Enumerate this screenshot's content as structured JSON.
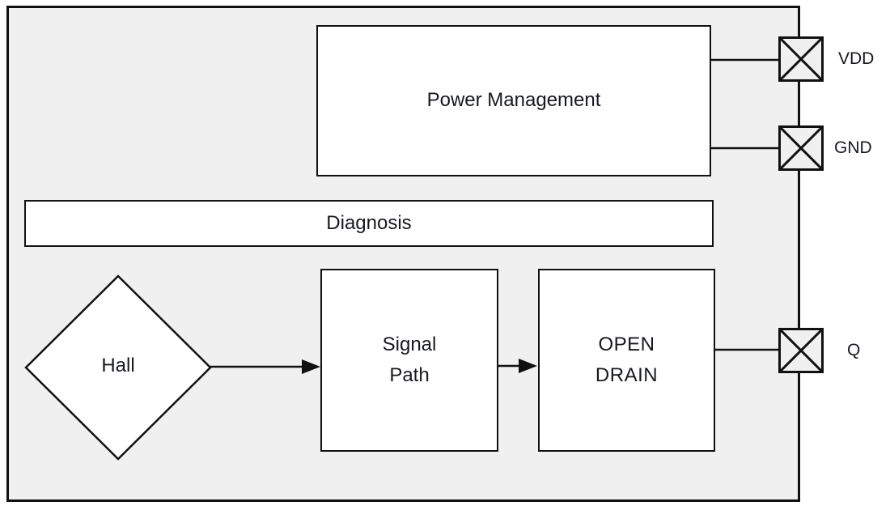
{
  "blocks": {
    "power_management": "Power Management",
    "diagnosis": "Diagnosis",
    "hall": "Hall",
    "signal_path": "Signal\nPath",
    "open_drain": "OPEN\nDRAIN"
  },
  "pins": [
    {
      "id": "vdd",
      "label": "VDD"
    },
    {
      "id": "gnd",
      "label": "GND"
    },
    {
      "id": "q",
      "label": "Q"
    }
  ],
  "colors": {
    "canvas": "#ffffff",
    "chip_fill": "#f0f0f0",
    "block_fill": "#ffffff",
    "stroke": "#111111",
    "text": "#17191e"
  }
}
